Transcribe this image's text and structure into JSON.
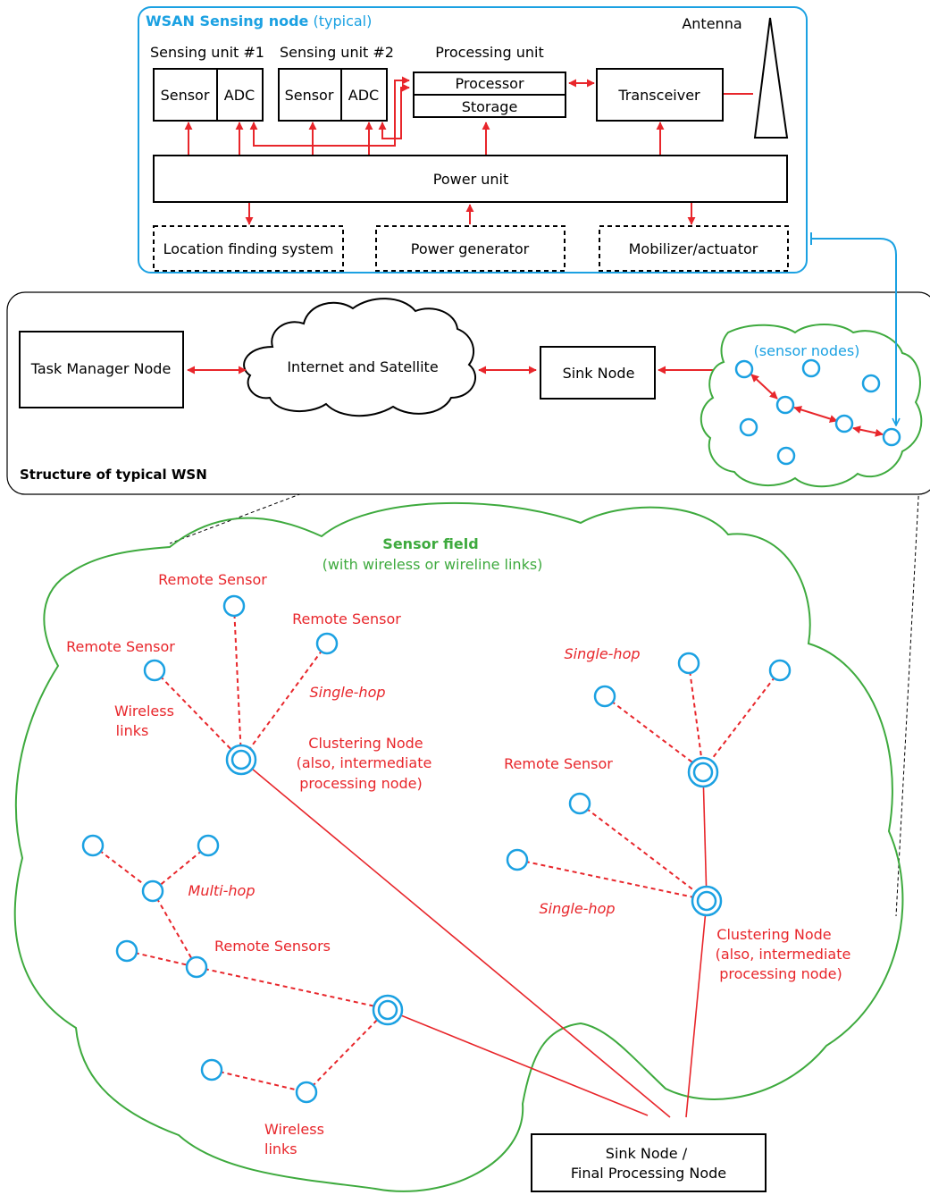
{
  "colors": {
    "blue": "#1ba1e2",
    "red": "#e8262b",
    "green": "#3eaa3e",
    "black": "#000000"
  },
  "node_panel": {
    "title_bold": "WSAN Sensing node",
    "title_suffix": " (typical)",
    "antenna": "Antenna",
    "sensing_unit_1": "Sensing unit #1",
    "sensing_unit_2": "Sensing unit #2",
    "processing_unit": "Processing unit",
    "sensor": "Sensor",
    "adc": "ADC",
    "processor": "Processor",
    "storage": "Storage",
    "transceiver": "Transceiver",
    "power_unit": "Power unit",
    "location_finding": "Location finding system",
    "power_generator": "Power generator",
    "mobilizer": "Mobilizer/actuator"
  },
  "wsn_panel": {
    "caption": "Structure of typical WSN",
    "task_manager": "Task Manager Node",
    "internet": "Internet and Satellite",
    "sink_node": "Sink Node",
    "sensor_nodes": "(sensor nodes)"
  },
  "field": {
    "title": "Sensor field",
    "subtitle": "(with wireless or wireline links)",
    "remote_sensor": "Remote Sensor",
    "remote_sensors": "Remote Sensors",
    "single_hop": "Single-hop",
    "multi_hop": "Multi-hop",
    "wireless_links": [
      "Wireless",
      "links"
    ],
    "clustering_node": [
      "Clustering Node",
      "(also, intermediate",
      "processing node)"
    ],
    "sink_final": [
      "Sink Node /",
      "Final Processing Node"
    ]
  }
}
